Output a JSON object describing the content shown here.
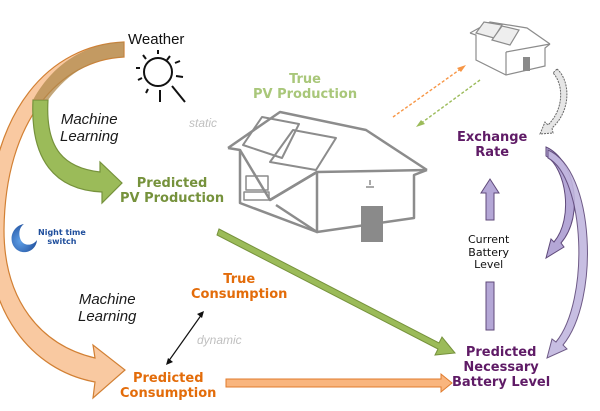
{
  "diagram": {
    "nodes": {
      "weather": "Weather",
      "ml_top": [
        "Machine",
        "Learning"
      ],
      "static": "static",
      "true_pv": [
        "True",
        "PV Production"
      ],
      "predicted_pv": [
        "Predicted",
        "PV Production"
      ],
      "night_switch": [
        "Night time",
        "switch"
      ],
      "ml_bottom": [
        "Machine",
        "Learning"
      ],
      "true_consumption": [
        "True",
        "Consumption"
      ],
      "dynamic": "dynamic",
      "predicted_consumption": [
        "Predicted",
        "Consumption"
      ],
      "exchange_rate": [
        "Exchange",
        "Rate"
      ],
      "current_battery": [
        "Current",
        "Battery",
        "Level"
      ],
      "predicted_battery": [
        "Predicted",
        "Necessary",
        "Battery Level"
      ]
    },
    "icons": [
      "sun-icon",
      "moon-icon",
      "house-icon",
      "neighbor-house-icon"
    ],
    "colors": {
      "green": "#76923c",
      "light_green": "#a9c77a",
      "orange": "#e36c0a",
      "orange_arrow": "#f9b57e",
      "purple": "#5f1b66",
      "purple_arrow": "#b4a7d6",
      "house_gray": "#8c8c8c"
    }
  }
}
